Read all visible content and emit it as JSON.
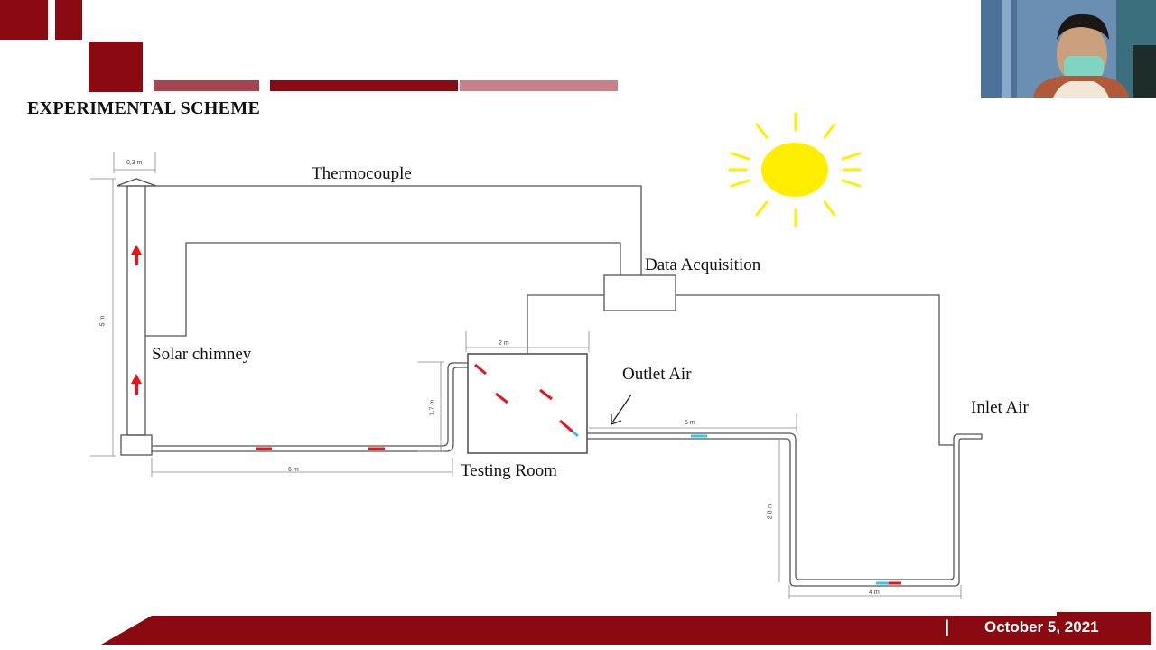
{
  "slide": {
    "title": "EXPERIMENTAL SCHEME",
    "accent_color": "#8b0a12",
    "accent_light": "#a64550",
    "accent_pale": "#c98088"
  },
  "diagram": {
    "labels": {
      "thermocouple": "Thermocouple",
      "data_acquisition": "Data Acquisition",
      "solar_chimney": "Solar chimney",
      "outlet_air": "Outlet Air",
      "inlet_air": "Inlet Air",
      "testing_room": "Testing Room"
    },
    "dimensions": {
      "chimney_width": "0,3 m",
      "chimney_height": "5 m",
      "duct_length_left": "6 m",
      "room_width": "2 m",
      "room_inlet_height": "1,7 m",
      "duct_length_right": "5 m",
      "drop_height": "2,8 m",
      "bottom_length": "4 m"
    },
    "sun_color": "#ffee00",
    "arrow_color": "#e8141b",
    "sensor_red": "#e8141b",
    "sensor_cyan": "#35c7e0"
  },
  "webcam": {
    "icon": "presenter-video-feed"
  },
  "footer": {
    "separator": "|",
    "date": "October 5, 2021"
  }
}
